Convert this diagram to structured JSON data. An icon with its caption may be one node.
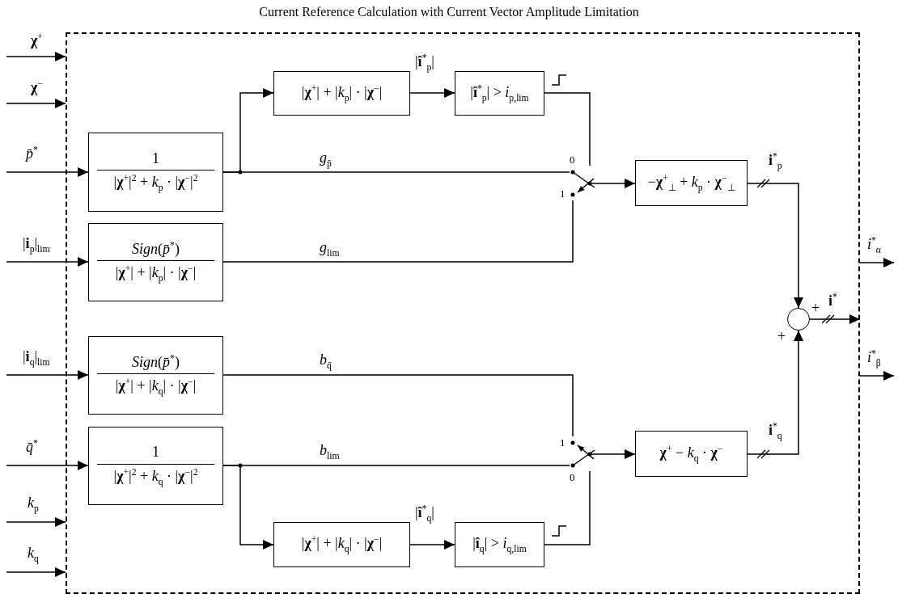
{
  "diagram": {
    "title": "Current Reference Calculation with Current Vector Amplitude Limitation",
    "nodes": [
      {
        "text": [],
        "shape": "box"
      },
      {
        "text": [
          "|**χ**$^{+}$| + |*k*$_{p}$| · |**χ**$^{−}$|"
        ],
        "in": 0
      },
      {
        "text": [
          "|**î**$^{*}$$_{p}$| > *i*$_{p,lim}$"
        ],
        "in": 0
      },
      {
        "text": [
          "1",
          "|**χ**$^{+}$|$^{2}$ + *k*$_{p}$ · |**χ**$^{−}$|$^{2}$"
        ],
        "in": 0
      },
      {
        "text": [],
        "shape": "switch",
        "beside": [
          "0",
          "1"
        ],
        "in": 0
      },
      {
        "text": [
          "−**χ**$^{+}$$_{⊥}$ + *k*$_{p}$ · **χ**$^{−}$$_{⊥}$"
        ],
        "in": 0
      },
      {
        "text": [
          "*Sign*(*p̄*$^{*}$)",
          "|**χ**$^{+}$| + |*k*$_{p}$| · |**χ**$^{−}$|"
        ],
        "in": 0
      },
      {
        "text": [],
        "shape": "circle",
        "beside": [
          "+",
          "+"
        ],
        "in": 0
      },
      {
        "text": [
          "*Sign*(*p̄*$^{*}$)",
          "|**χ**$^{+}$| + |*k*$_{q}$| · |**χ**$^{−}$|"
        ],
        "in": 0
      },
      {
        "text": [
          "1",
          "|**χ**$^{+}$|$^{2}$ + *k*$_{q}$ · |**χ**$^{−}$|$^{2}$"
        ],
        "in": 0
      },
      {
        "text": [],
        "shape": "switch",
        "beside": [
          "1",
          "0"
        ],
        "in": 0
      },
      {
        "text": [
          "**χ**$^{+}$ − *k*$_{q}$ · **χ**$^{−}$"
        ],
        "in": 0
      },
      {
        "text": [
          "|**χ**$^{+}$| + |*k*$_{q}$| · |**χ**$^{−}$|"
        ],
        "in": 0
      },
      {
        "text": [
          "|**î**$_{q}$| > *i*$_{q,lim}$"
        ],
        "in": 0
      }
    ],
    "edges": [
      {
        "from": null,
        "to": 0,
        "arrow": "to",
        "label": "**χ**$^{+}$"
      },
      {
        "from": null,
        "to": 0,
        "arrow": "to",
        "label": "**χ**$^{−}$"
      },
      {
        "from": null,
        "to": 3,
        "arrow": "to",
        "label": "*p̄*$^{*}$"
      },
      {
        "from": null,
        "to": 6,
        "arrow": "to",
        "label": "|**i**$_{p}$|$_{lim}$"
      },
      {
        "from": null,
        "to": 8,
        "arrow": "to",
        "label": "|**i**$_{q}$|$_{lim}$"
      },
      {
        "from": null,
        "to": 9,
        "arrow": "to",
        "label": "*q̄*$^{*}$"
      },
      {
        "from": null,
        "to": 0,
        "arrow": "to",
        "label": "*k*$_{p}$"
      },
      {
        "from": null,
        "to": 0,
        "arrow": "to",
        "label": "*k*$_{q}$"
      },
      {
        "from": 3,
        "to": 1,
        "arrow": "to"
      },
      {
        "from": 1,
        "to": 2,
        "arrow": "to",
        "label": "|**î**$^{*}$$_{p}$|"
      },
      {
        "from": 2,
        "to": 4,
        "arrow": "none"
      },
      {
        "from": 3,
        "to": 4,
        "arrow": "none",
        "label": "*g*$_{p̄}$"
      },
      {
        "from": 6,
        "to": 4,
        "arrow": "none",
        "label": "*g*$_{lim}$"
      },
      {
        "from": 4,
        "to": 5,
        "arrow": "to"
      },
      {
        "from": 5,
        "to": 7,
        "arrow": "to",
        "label": "**i**$^{*}$$_{p}$"
      },
      {
        "from": 7,
        "to": 0,
        "arrow": "to",
        "label": "**i**$^{*}$"
      },
      {
        "from": 0,
        "to": null,
        "arrow": "to",
        "label": "*i*$^{*}$$_{α}$"
      },
      {
        "from": 0,
        "to": null,
        "arrow": "to",
        "label": "*i*$^{*}$$_{β}$"
      },
      {
        "from": 8,
        "to": 10,
        "arrow": "none",
        "label": "*b*$_{q̄}$"
      },
      {
        "from": 9,
        "to": 10,
        "arrow": "none",
        "label": "*b*$_{lim}$"
      },
      {
        "from": 9,
        "to": 12,
        "arrow": "to"
      },
      {
        "from": 12,
        "to": 13,
        "arrow": "to",
        "label": "|**î**$^{*}$$_{q}$|"
      },
      {
        "from": 13,
        "to": 10,
        "arrow": "none"
      },
      {
        "from": 10,
        "to": 11,
        "arrow": "to"
      },
      {
        "from": 11,
        "to": 7,
        "arrow": "to",
        "label": "**i**$^{*}$$_{q}$"
      }
    ]
  }
}
